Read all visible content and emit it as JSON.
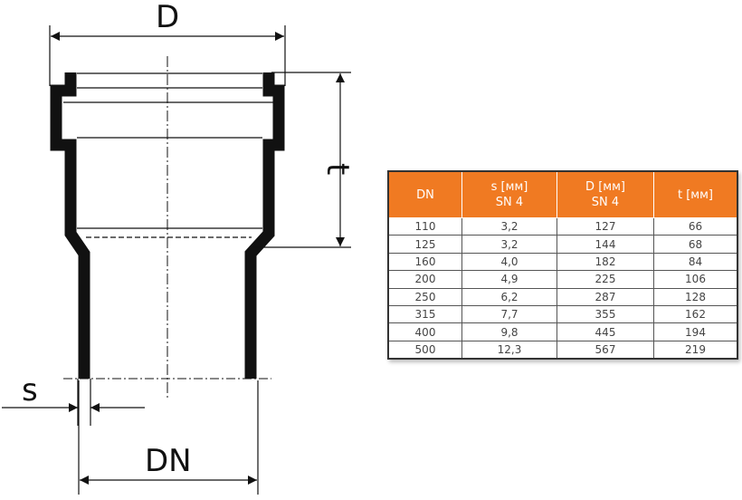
{
  "diagram": {
    "labels": {
      "D": "D",
      "t": "t",
      "s": "s",
      "DN": "DN"
    },
    "line_color": "#111111"
  },
  "table": {
    "header_color": "#f07a22",
    "headers": [
      {
        "line1": "DN",
        "line2": ""
      },
      {
        "line1": "s [мм]",
        "line2": "SN 4"
      },
      {
        "line1": "D  [мм]",
        "line2": "SN 4"
      },
      {
        "line1": "t [мм]",
        "line2": ""
      }
    ],
    "rows": [
      [
        "110",
        "3,2",
        "127",
        "66"
      ],
      [
        "125",
        "3,2",
        "144",
        "68"
      ],
      [
        "160",
        "4,0",
        "182",
        "84"
      ],
      [
        "200",
        "4,9",
        "225",
        "106"
      ],
      [
        "250",
        "6,2",
        "287",
        "128"
      ],
      [
        "315",
        "7,7",
        "355",
        "162"
      ],
      [
        "400",
        "9,8",
        "445",
        "194"
      ],
      [
        "500",
        "12,3",
        "567",
        "219"
      ]
    ]
  }
}
